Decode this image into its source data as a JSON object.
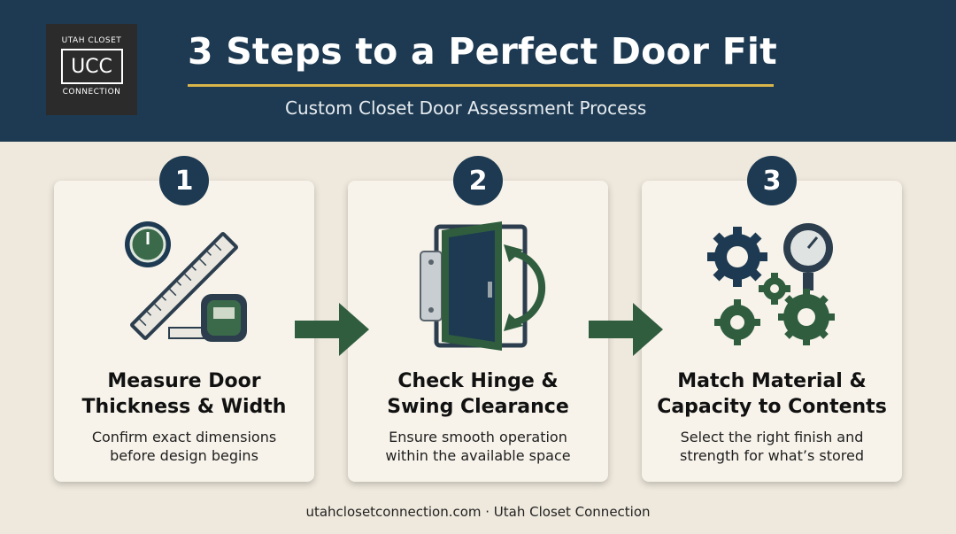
{
  "header": {
    "title": "3 Steps to a Perfect Door Fit",
    "subtitle": "Custom Closet Door Assessment Process",
    "logo": {
      "top": "UTAH CLOSET",
      "mark": "UCC",
      "bottom": "CONNECTION"
    }
  },
  "steps": [
    {
      "number": "1",
      "heading_line1": "Measure Door",
      "heading_line2": "Thickness & Width",
      "body_line1": "Confirm exact dimensions",
      "body_line2": "before design begins",
      "icon": "ruler-tape-measure-icon"
    },
    {
      "number": "2",
      "heading_line1": "Check Hinge &",
      "heading_line2": "Swing Clearance",
      "body_line1": "Ensure smooth operation",
      "body_line2": "within the available space",
      "icon": "door-hinge-swing-icon"
    },
    {
      "number": "3",
      "heading_line1": "Match Material &",
      "heading_line2": "Capacity to Contents",
      "body_line1": "Select the right finish and",
      "body_line2": "strength for what’s stored",
      "icon": "gears-gauge-icon"
    }
  ],
  "footer": {
    "text": "utahclosetconnection.com · Utah Closet Connection"
  },
  "colors": {
    "navy": "#1d3a52",
    "green": "#2f5d3e",
    "gold": "#d9b54a",
    "background": "#efe9dd"
  }
}
